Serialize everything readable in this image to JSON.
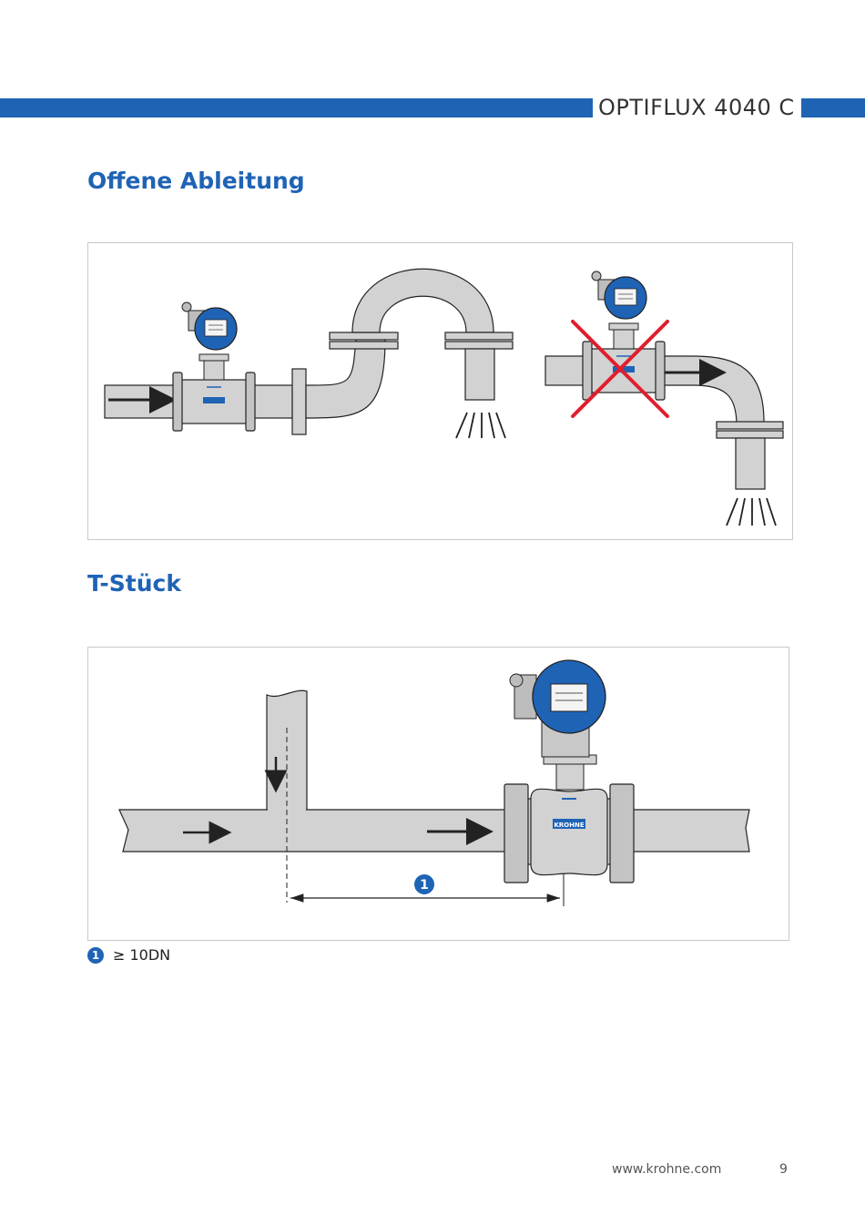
{
  "header": {
    "product": "OPTIFLUX 4040 C"
  },
  "section1": {
    "title": "Offene Ableitung"
  },
  "section2": {
    "title": "T-Stück"
  },
  "device": {
    "brand": "KROHNE"
  },
  "callout": {
    "number": "1"
  },
  "legend": {
    "number": "1",
    "text": "≥ 10DN"
  },
  "footer": {
    "url": "www.krohne.com",
    "page": "9"
  },
  "colors": {
    "brand_blue": "#1f63b5",
    "pipe_gray": "#d2d2d2",
    "cross_red": "#e01e2d"
  }
}
